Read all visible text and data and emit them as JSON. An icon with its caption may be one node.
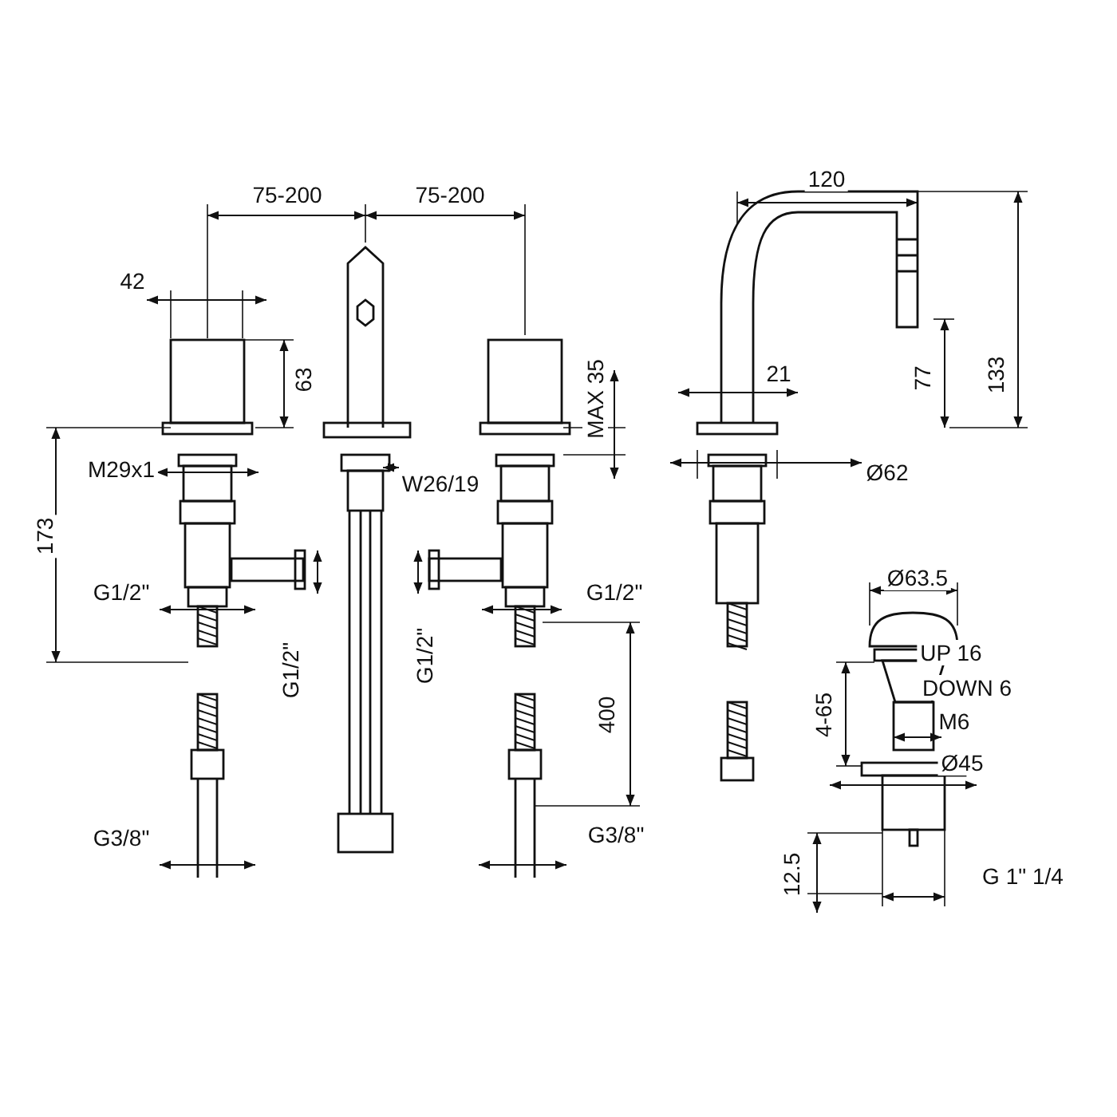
{
  "diagram": {
    "labels": [
      "75-200",
      "75-200",
      "120",
      "42",
      "63",
      "MAX 35",
      "133",
      "21",
      "77",
      "173",
      "M29x1",
      "W26/19",
      "Ø62",
      "G1/2\"",
      "G1/2\"",
      "G1/2\"",
      "G1/2\"",
      "Ø63.5",
      "UP 16",
      "DOWN 6",
      "4-65",
      "M6",
      "400",
      "Ø45",
      "G3/8\"",
      "G3/8\"",
      "12.5",
      "G 1\" 1/4"
    ]
  }
}
